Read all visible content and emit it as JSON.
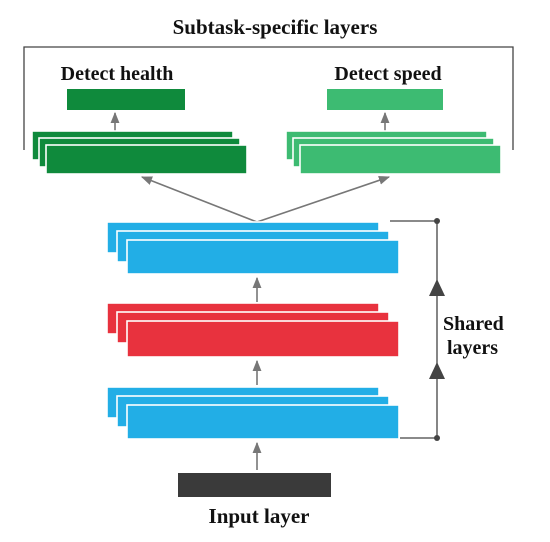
{
  "title": "Subtask-specific layers",
  "subtasks": [
    {
      "label": "Detect health",
      "color": "#0f8a3c",
      "output_color": "#0f8a3c"
    },
    {
      "label": "Detect speed",
      "color": "#3dbb72",
      "output_color": "#3dbb72"
    }
  ],
  "shared_label_line1": "Shared",
  "shared_label_line2": "layers",
  "shared_layers": [
    {
      "name": "shared-layer-top",
      "color": "#22aee6"
    },
    {
      "name": "shared-layer-middle",
      "color": "#e8323e"
    },
    {
      "name": "shared-layer-bottom",
      "color": "#22aee6"
    }
  ],
  "input_label": "Input layer",
  "input_color": "#3a3a3a",
  "arrow_color": "#777777",
  "bracket_color": "#444444"
}
